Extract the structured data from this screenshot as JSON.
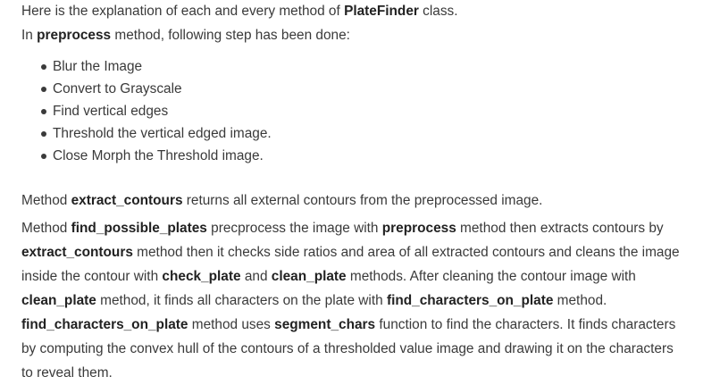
{
  "intro": {
    "l1_a": "Here is the explanation of each and every method of ",
    "l1_b": "PlateFinder",
    "l1_c": " class.",
    "l2_a": "In ",
    "l2_b": "preprocess",
    "l2_c": " method, following step has been done:"
  },
  "steps": [
    "Blur the Image",
    "Convert to Grayscale",
    "Find vertical edges",
    "Threshold the vertical edged image.",
    "Close Morph the Threshold image."
  ],
  "para3": {
    "a": "Method ",
    "b": "extract_contours",
    "c": " returns all external contours from the preprocessed image."
  },
  "para4": {
    "l1_a": "Method ",
    "l1_b": "find_possible_plates",
    "l1_c": " precprocess the image with ",
    "l1_d": "preprocess",
    "l1_e": " method then extracts contours by",
    "l2_a": "extract_contours",
    "l2_b": " method then it checks side ratios and area of all extracted contours and cleans the image",
    "l3_a": "inside the contour with ",
    "l3_b": "check_plate",
    "l3_c": " and ",
    "l3_d": "clean_plate",
    "l3_e": " methods. After cleaning the contour image with",
    "l4_a": "clean_plate",
    "l4_b": " method, it finds all characters on the plate with ",
    "l4_c": "find_characters_on_plate",
    "l4_d": " method.",
    "l5_a": "find_characters_on_plate",
    "l5_b": " method uses ",
    "l5_c": "segment_chars",
    "l5_d": " function to find the characters. It finds characters",
    "l6": "by computing the convex hull of the contours of a thresholded value image and drawing it on the characters",
    "l7": "to reveal them."
  }
}
